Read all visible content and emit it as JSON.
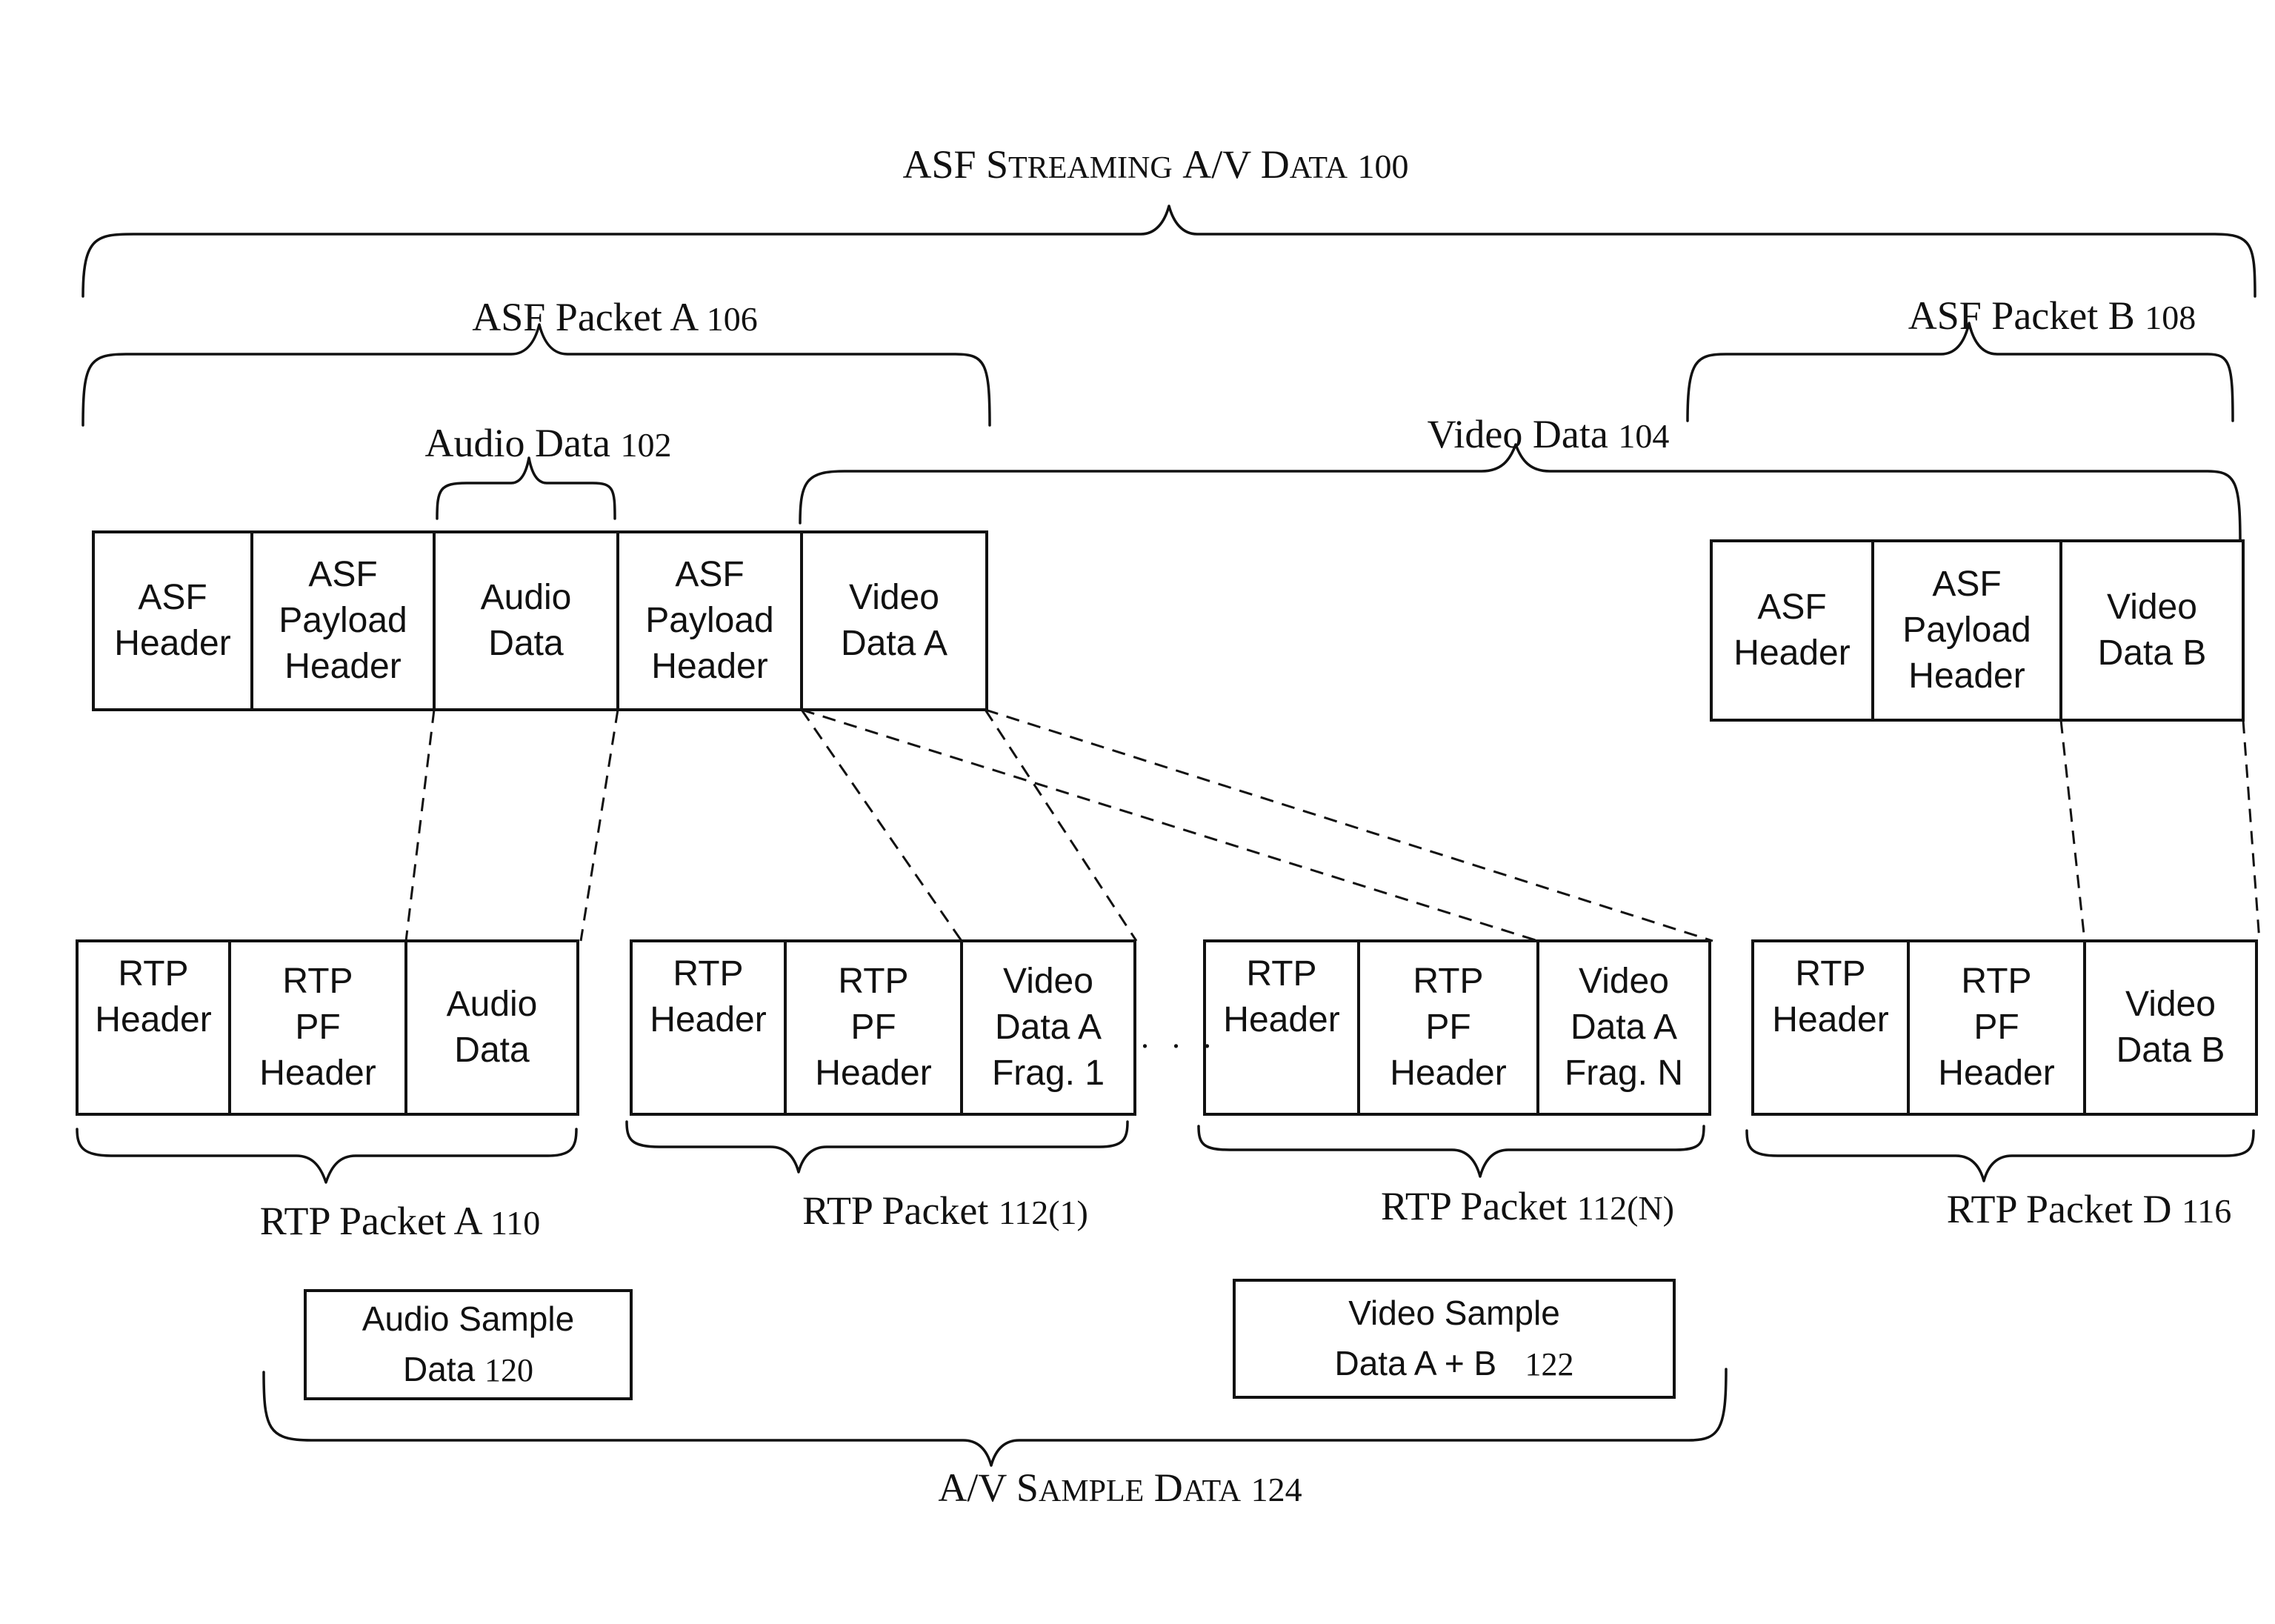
{
  "title": {
    "main_caps": "ASF S",
    "main_small": "TREAMING",
    "mid": "A/V D",
    "mid_small": "ATA",
    "num": "100"
  },
  "labels": {
    "asf_packet_a": {
      "text": "ASF Packet A",
      "num": "106"
    },
    "asf_packet_b": {
      "text": "ASF Packet B",
      "num": "108"
    },
    "audio_data": {
      "text": "Audio Data",
      "num": "102"
    },
    "video_data": {
      "text": "Video Data",
      "num": "104"
    },
    "rtp_packet_a": {
      "text": "RTP Packet A",
      "num": "110"
    },
    "rtp_packet_1": {
      "text": "RTP Packet",
      "num": "112(1)"
    },
    "rtp_packet_n": {
      "text": "RTP Packet",
      "num": "112(N)"
    },
    "rtp_packet_d": {
      "text": "RTP Packet D",
      "num": "116"
    },
    "av_sample": {
      "caps1": "A/V S",
      "small1": "AMPLE",
      "caps2": " D",
      "small2": "ATA",
      "num": "124"
    }
  },
  "asf_packet_a_fields": [
    "ASF\nHeader",
    "ASF\nPayload\nHeader",
    "Audio\nData",
    "ASF\nPayload\nHeader",
    "Video\nData A"
  ],
  "asf_packet_b_fields": [
    "ASF\nHeader",
    "ASF\nPayload\nHeader",
    "Video\nData B"
  ],
  "rtp_packet_a_fields": [
    "RTP\nHeader",
    "RTP\nPF\nHeader",
    "Audio\nData"
  ],
  "rtp_packet_1_fields": [
    "RTP\nHeader",
    "RTP\nPF\nHeader",
    "Video\nData A\nFrag. 1"
  ],
  "rtp_packet_n_fields": [
    "RTP\nHeader",
    "RTP\nPF\nHeader",
    "Video\nData A\nFrag. N"
  ],
  "rtp_packet_d_fields": [
    "RTP\nHeader",
    "RTP\nPF\nHeader",
    "Video\nData B"
  ],
  "ellipsis": ". . .",
  "audio_sample": {
    "line1": "Audio Sample",
    "line2": "Data",
    "num": "120"
  },
  "video_sample": {
    "line1": "Video Sample",
    "line2": "Data A + B",
    "num": "122"
  }
}
